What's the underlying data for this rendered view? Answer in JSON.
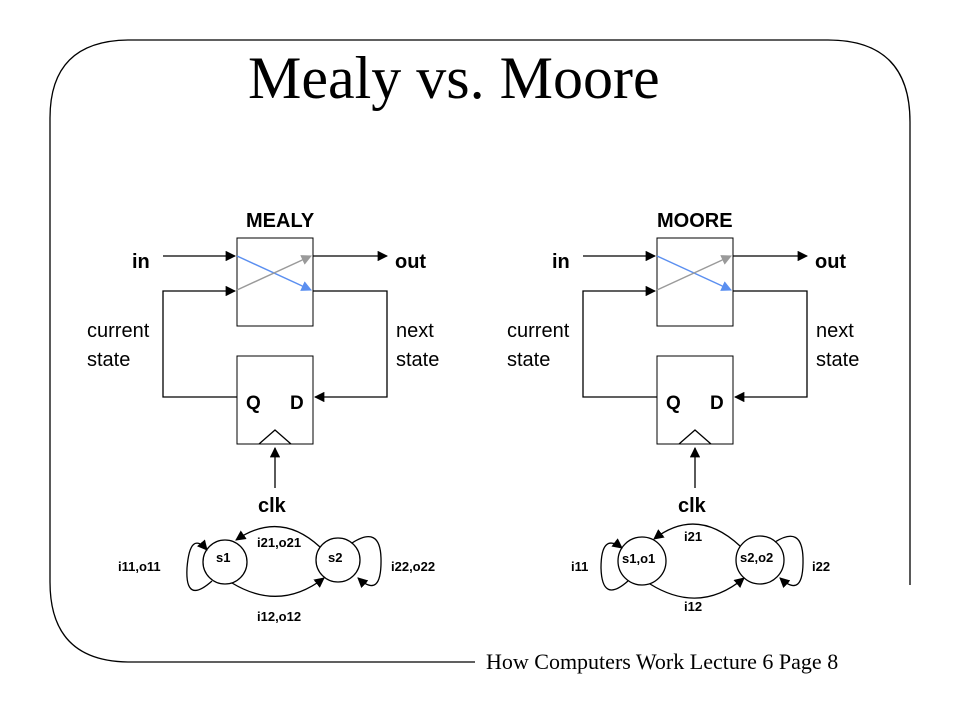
{
  "slide": {
    "title": "Mealy vs. Moore",
    "footer": "How Computers Work Lecture 6 Page 8"
  },
  "colors": {
    "blue_line": "#5b8ff0",
    "gray_line": "#9a9a9a",
    "ink": "#000000"
  },
  "mealy": {
    "heading": "MEALY",
    "in_label": "in",
    "out_label": "out",
    "current_label": [
      "current",
      "state"
    ],
    "next_label": [
      "next",
      "state"
    ],
    "q_label": "Q",
    "d_label": "D",
    "clk_label": "clk",
    "fsm": {
      "state_a": "s1",
      "state_b": "s2",
      "edge_top": "i21,o21",
      "edge_bottom": "i12,o12",
      "self_a": "i11,o11",
      "self_b": "i22,o22"
    }
  },
  "moore": {
    "heading": "MOORE",
    "in_label": "in",
    "out_label": "out",
    "current_label": [
      "current",
      "state"
    ],
    "next_label": [
      "next",
      "state"
    ],
    "q_label": "Q",
    "d_label": "D",
    "clk_label": "clk",
    "fsm": {
      "state_a": "s1,o1",
      "state_b": "s2,o2",
      "edge_top": "i21",
      "edge_bottom": "i12",
      "self_a": "i11",
      "self_b": "i22"
    }
  }
}
